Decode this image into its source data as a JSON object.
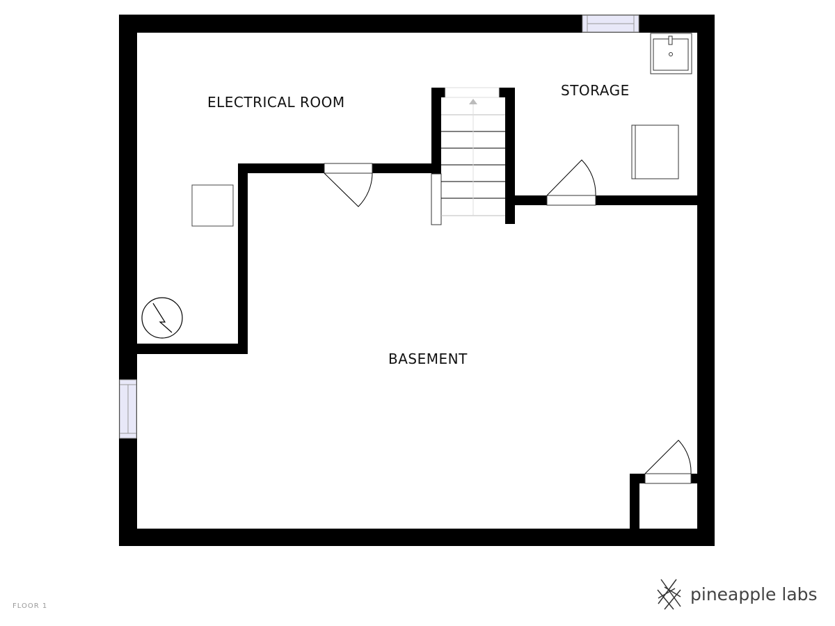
{
  "rooms": {
    "electrical": "ELECTRICAL ROOM",
    "storage": "STORAGE",
    "basement": "BASEMENT"
  },
  "footer": {
    "floor_label": "FLOOR 1",
    "brand": "pineapple labs"
  },
  "colors": {
    "wall": "#000000",
    "window": "#e8e8f8"
  }
}
